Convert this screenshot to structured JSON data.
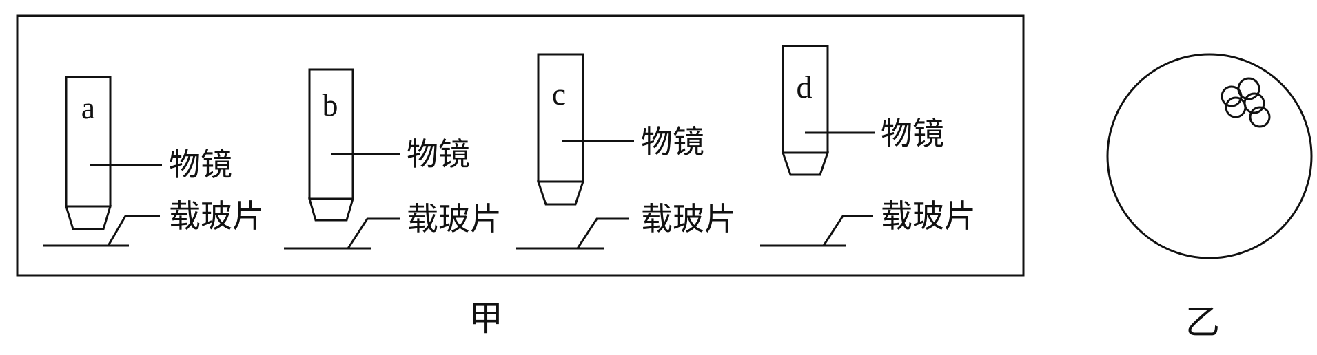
{
  "figure_jia": {
    "caption": "甲",
    "objectives": [
      {
        "letter": "a",
        "objective_label": "物镜",
        "slide_label": "载玻片"
      },
      {
        "letter": "b",
        "objective_label": "物镜",
        "slide_label": "载玻片"
      },
      {
        "letter": "c",
        "objective_label": "物镜",
        "slide_label": "载玻片"
      },
      {
        "letter": "d",
        "objective_label": "物镜",
        "slide_label": "载玻片"
      }
    ]
  },
  "figure_yi": {
    "caption": "乙"
  },
  "colors": {
    "line": "#111111",
    "background": "#ffffff"
  }
}
